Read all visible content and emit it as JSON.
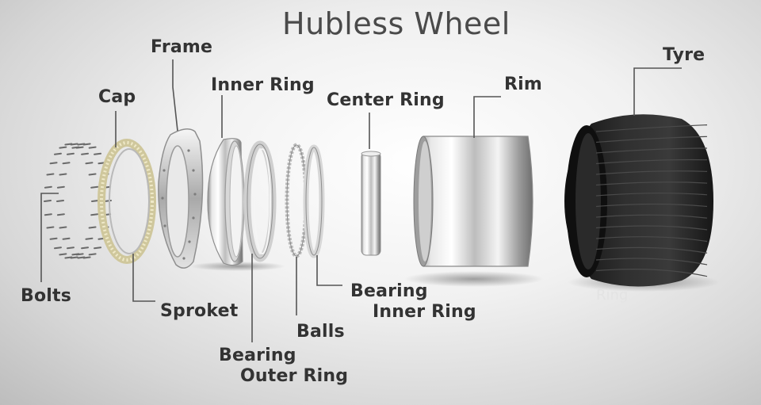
{
  "diagram": {
    "title": "Hubless Wheel",
    "labels": {
      "frame": "Frame",
      "inner_ring": "Inner Ring",
      "cap": "Cap",
      "center_ring": "Center Ring",
      "rim": "Rim",
      "tyre": "Tyre",
      "bolts": "Bolts",
      "sproket": "Sproket",
      "bearing_inner_ring_line1": "Bearing",
      "bearing_inner_ring_line2": "Inner Ring",
      "balls": "Balls",
      "bearing_outer_ring_line1": "Bearing",
      "bearing_outer_ring_line2": "Outer Ring"
    },
    "reflection_text": "Ring"
  },
  "colors": {
    "label_text": "#333333",
    "title_text": "#4a4a4a",
    "leader_line": "#555555",
    "tyre": "#1e1e1e",
    "metal": "#c8c8c8",
    "sprocket": "#d8d2a8"
  }
}
